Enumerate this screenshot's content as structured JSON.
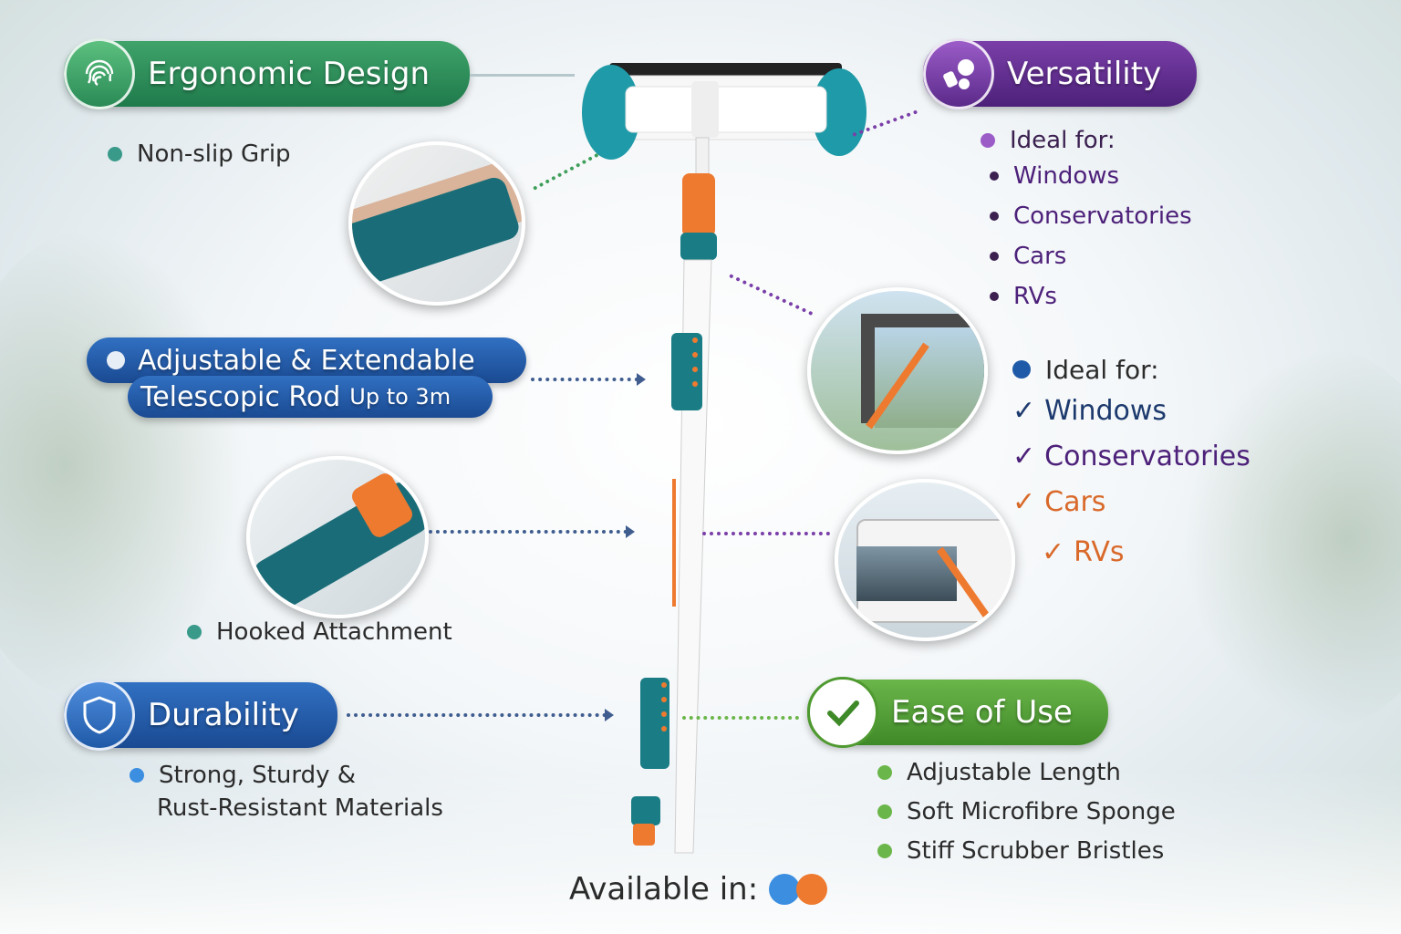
{
  "features": {
    "ergonomic": {
      "title": "Ergonomic Design",
      "bullets": [
        "Non-slip Grip"
      ]
    },
    "versatility": {
      "title": "Versatility",
      "list1_header": "Ideal for:",
      "list1": [
        "Windows",
        "Conservatories",
        "Cars",
        "RVs"
      ],
      "list2_header": "Ideal for:",
      "list2": [
        "Windows",
        "Conservatories",
        "Cars",
        "RVs"
      ]
    },
    "adjustable": {
      "title_line1": "Adjustable & Extendable",
      "title_line2": "Telescopic Rod",
      "title_suffix": "Up to 3m",
      "bullet": "Hooked Attachment"
    },
    "durability": {
      "title": "Durability",
      "bullet_line1": "Strong, Sturdy &",
      "bullet_line2": "Rust-Resistant Materials"
    },
    "ease": {
      "title": "Ease of Use",
      "bullets": [
        "Adjustable Length",
        "Soft Microfibre Sponge",
        "Stiff Scrubber Bristles"
      ]
    }
  },
  "availability": {
    "label": "Available in:",
    "colors": [
      "#3b8ee0",
      "#ee7a30"
    ]
  },
  "palette": {
    "teal": "#1a7d86",
    "orange": "#ee7a30",
    "green": "#2f8f56",
    "purple": "#5b2a8a",
    "blue": "#1f5aa8",
    "lightgreen": "#4f9a30"
  },
  "icons": [
    "fingerprint-icon",
    "cleaning-tools-icon",
    "shield-icon",
    "checkmark-icon"
  ]
}
